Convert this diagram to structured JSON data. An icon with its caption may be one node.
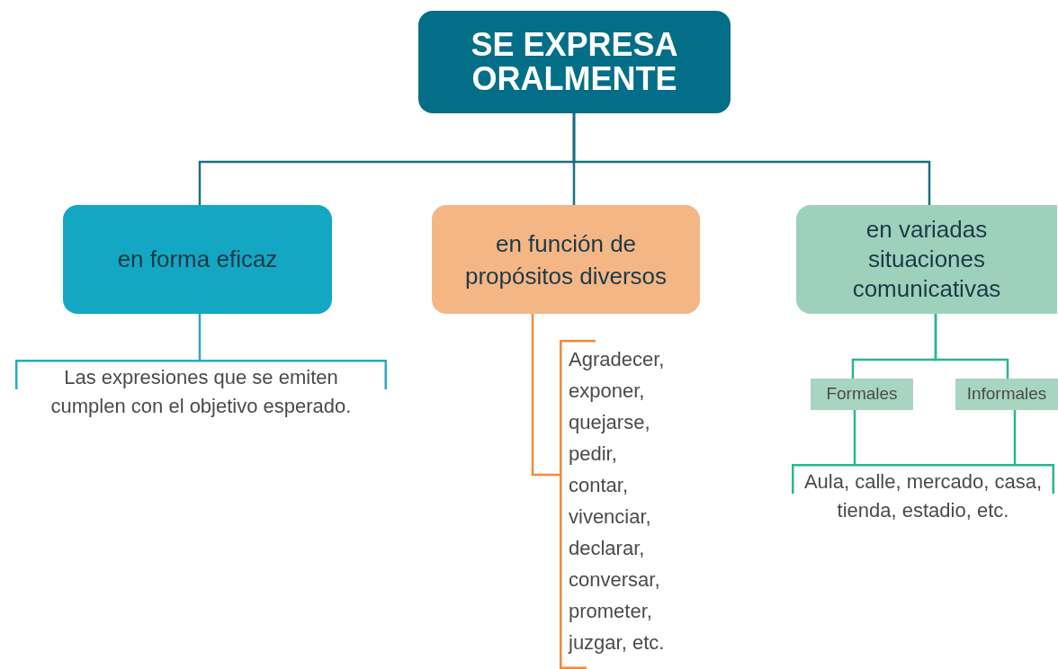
{
  "diagram": {
    "nodes": [
      {
        "text": [
          "SE EXPRESA ORALMENTE"
        ]
      },
      {
        "text": [
          "en forma eficaz"
        ]
      },
      {
        "text": [
          "en función de propósitos diversos"
        ]
      },
      {
        "text": [
          "en variadas situaciones comunicativas"
        ]
      },
      {
        "text": [
          "Las expresiones que se emiten cumplen con el objetivo esperado."
        ]
      },
      {
        "text": [
          "Agradecer, exponer, quejarse, pedir, contar, vivenciar, declarar, conversar, prometer, juzgar, etc."
        ]
      },
      {
        "text": [
          "Formales"
        ]
      },
      {
        "text": [
          "Informales"
        ]
      },
      {
        "text": [
          "Aula, calle, mercado, casa, tienda, estadio, etc."
        ]
      }
    ],
    "edges": [
      {
        "from": 0,
        "to": 1,
        "arrow": "none",
        "color": "#1b6f80"
      },
      {
        "from": 0,
        "to": 2,
        "arrow": "none",
        "color": "#1b6f80"
      },
      {
        "from": 0,
        "to": 3,
        "arrow": "none",
        "color": "#1b6f80"
      },
      {
        "from": 1,
        "to": 4,
        "arrow": "none",
        "color": "#2aa8c4"
      },
      {
        "from": 2,
        "to": 5,
        "arrow": "none",
        "color": "#f08a3c"
      },
      {
        "from": 3,
        "to": 6,
        "arrow": "none"
      },
      {
        "from": 3,
        "to": 7,
        "arrow": "none"
      },
      {
        "from": 6,
        "to": 8,
        "arrow": "none"
      },
      {
        "from": 7,
        "to": 8,
        "arrow": "none"
      }
    ]
  }
}
